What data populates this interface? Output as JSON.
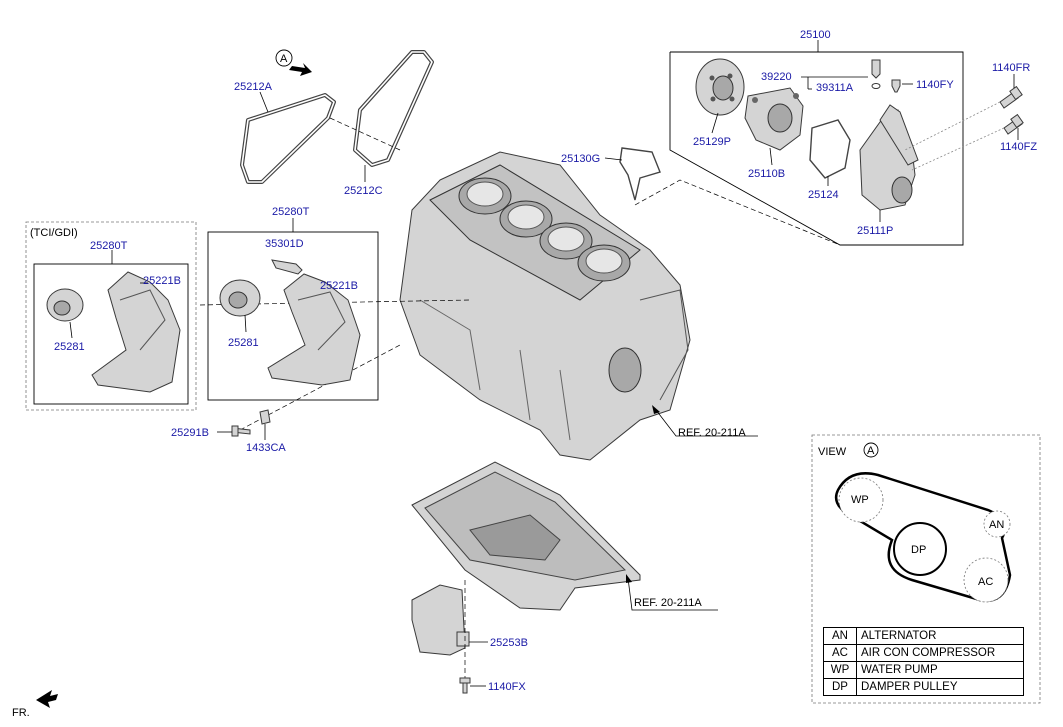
{
  "labels": {
    "p25100": "25100",
    "p39220": "39220",
    "p39311A": "39311A",
    "p1140FY": "1140FY",
    "p1140FR": "1140FR",
    "p1140FZ": "1140FZ",
    "p25129P": "25129P",
    "p25110B": "25110B",
    "p25124": "25124",
    "p25111P": "25111P",
    "p25130G": "25130G",
    "p25212A": "25212A",
    "p25212C": "25212C",
    "arrowA": "A",
    "tci": "(TCI/GDI)",
    "p25280T_left": "25280T",
    "p25280T_mid": "25280T",
    "p25221B_left": "25221B",
    "p25221B_mid": "25221B",
    "p25281_left": "25281",
    "p25281_mid": "25281",
    "p35301D": "35301D",
    "p25291B": "25291B",
    "p1433CA": "1433CA",
    "ref1": "REF. 20-211A",
    "ref2": "REF. 20-211A",
    "p25253B": "25253B",
    "p1140FX": "1140FX",
    "fr": "FR."
  },
  "view": {
    "title": "VIEW",
    "marker": "A",
    "pulleys": {
      "wp": "WP",
      "dp": "DP",
      "an": "AN",
      "ac": "AC"
    }
  },
  "legend": [
    {
      "code": "AN",
      "desc": "ALTERNATOR"
    },
    {
      "code": "AC",
      "desc": "AIR CON COMPRESSOR"
    },
    {
      "code": "WP",
      "desc": "WATER PUMP"
    },
    {
      "code": "DP",
      "desc": "DAMPER PULLEY"
    }
  ],
  "colors": {
    "label": "#1a1aa6",
    "ref": "#7a1a9a",
    "part": "#d4d4d4"
  }
}
